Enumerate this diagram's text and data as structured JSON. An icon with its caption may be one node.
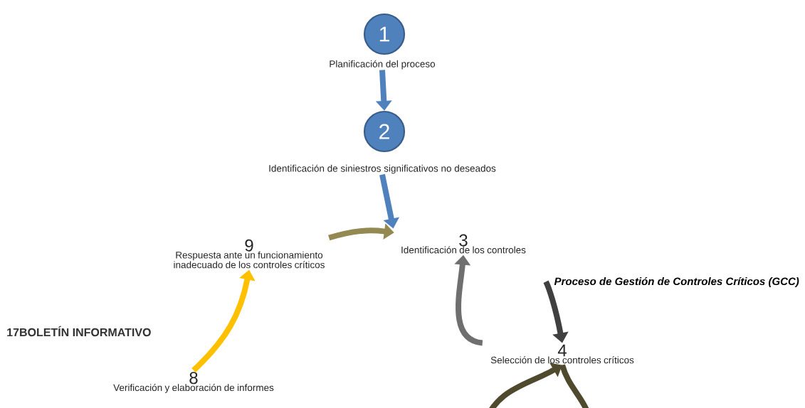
{
  "diagram": {
    "title": "Proceso de Gestión de Controles Críticos (GCC)",
    "nodes": [
      {
        "text": [
          "1"
        ],
        "beside": [
          "Planificación del proceso"
        ]
      },
      {
        "text": [
          "2"
        ],
        "beside": [
          "Identificación de siniestros significativos no deseados"
        ]
      },
      {
        "text": [
          "3",
          "Identificación de los controles"
        ]
      },
      {
        "text": [
          "4",
          "Selección de los controles críticos"
        ]
      },
      {
        "text": [
          "8",
          "Verificación y elaboración de informes"
        ]
      },
      {
        "text": [
          "9",
          "Respuesta ante un funcionamiento inadecuado de los controles críticos"
        ]
      }
    ],
    "edges": [
      {
        "from": 0,
        "to": 1,
        "arrow": "to",
        "color": "#4f81bd"
      },
      {
        "from": 1,
        "to": 2,
        "arrow": "to",
        "color": "#4f81bd"
      },
      {
        "from": 5,
        "to": 2,
        "arrow": "to",
        "color": "#938953"
      },
      {
        "from": 2,
        "to": 3,
        "arrow": "to",
        "color": "#404040"
      },
      {
        "from": 3,
        "to": 2,
        "arrow": "to",
        "color": "#6f6f6f"
      },
      {
        "from": 4,
        "to": 5,
        "arrow": "to",
        "color": "#ffc000"
      },
      {
        "from": null,
        "to": 3,
        "arrow": "to",
        "color": "#4f4a2e"
      },
      {
        "from": 3,
        "to": null,
        "arrow": "none",
        "color": "#4f4a2e"
      }
    ],
    "labels": [
      "17BOLETÍN INFORMATIVO"
    ]
  }
}
